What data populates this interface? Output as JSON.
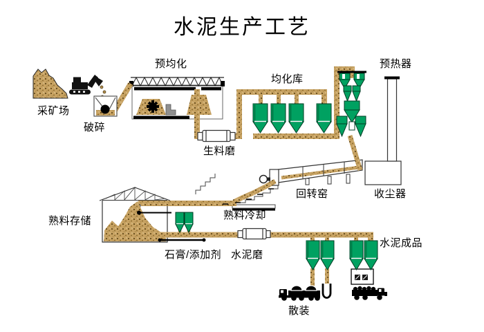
{
  "title": "水泥生产工艺",
  "labels": {
    "quarry": "采矿场",
    "crushing": "破碎",
    "prehomogenization": "预均化",
    "raw_mill": "生料磨",
    "homogenization_silo": "均化库",
    "preheater": "预热器",
    "rotary_kiln": "回转窑",
    "dust_collector": "收尘器",
    "clinker_cooling": "熟料冷却",
    "clinker_storage": "熟料存储",
    "gypsum_additives": "石膏/添加剂",
    "cement_mill": "水泥磨",
    "cement_product": "水泥成品",
    "bulk_loading": "散装"
  },
  "colors": {
    "silo_green": "#00a161",
    "silo_green_dark": "#00804b",
    "material_tan": "#c7a262",
    "outline": "#333333",
    "text": "#000000",
    "background": "#ffffff"
  }
}
